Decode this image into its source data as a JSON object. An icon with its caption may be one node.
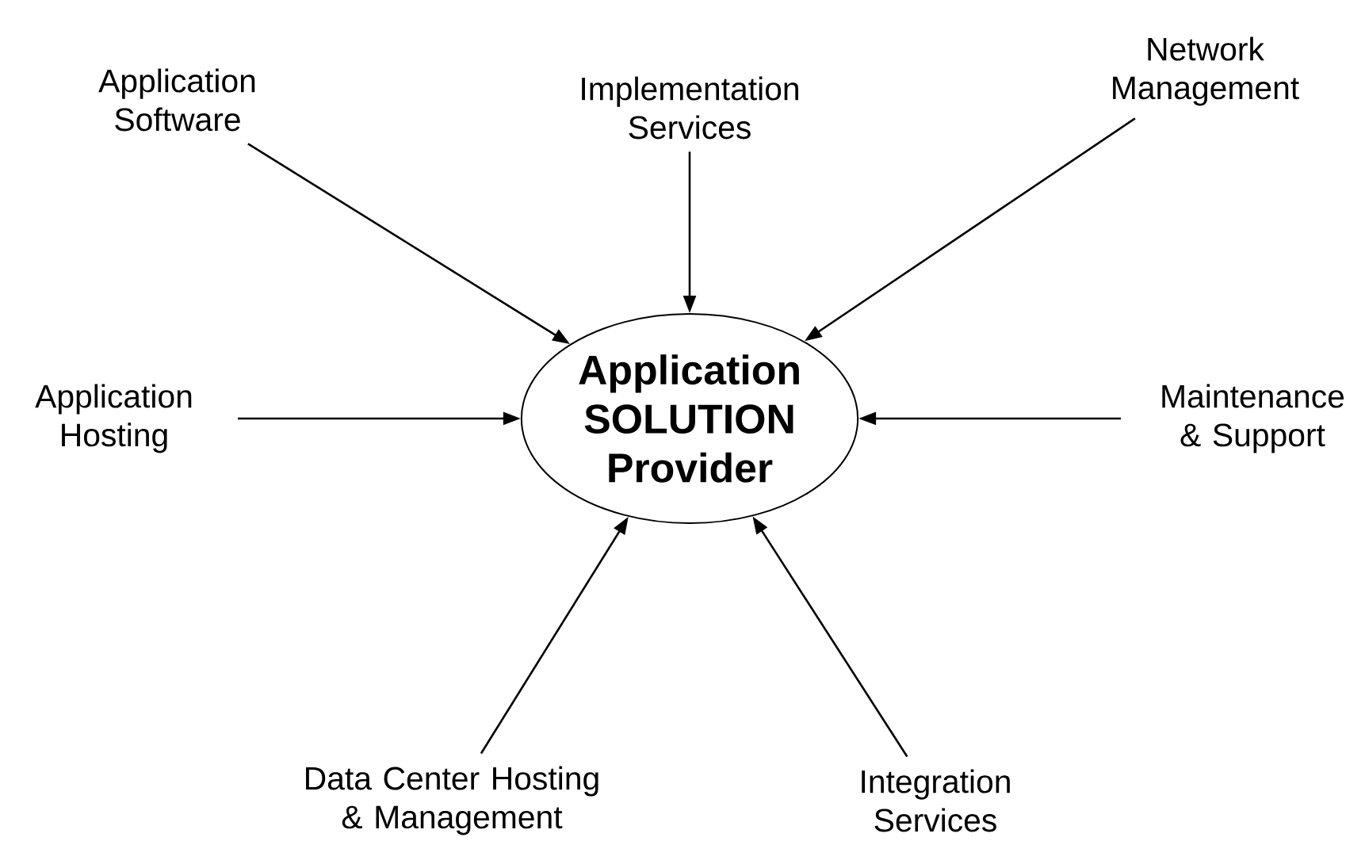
{
  "diagram": {
    "nodes": [
      {
        "text": [
          "Application SOLUTION Provider"
        ]
      },
      {
        "text": [
          "Application Software"
        ]
      },
      {
        "text": [
          "Implementation Services"
        ]
      },
      {
        "text": [
          "Network Management"
        ]
      },
      {
        "text": [
          "Application Hosting"
        ]
      },
      {
        "text": [
          "Maintenance & Support"
        ]
      },
      {
        "text": [
          "Data Center Hosting & Management"
        ]
      },
      {
        "text": [
          "Integration Services"
        ]
      }
    ],
    "edges": [
      {
        "from": 1,
        "to": 0,
        "arrow": "to"
      },
      {
        "from": 2,
        "to": 0,
        "arrow": "to"
      },
      {
        "from": 3,
        "to": 0,
        "arrow": "to"
      },
      {
        "from": 4,
        "to": 0,
        "arrow": "to"
      },
      {
        "from": 5,
        "to": 0,
        "arrow": "to"
      },
      {
        "from": 6,
        "to": 0,
        "arrow": "to"
      },
      {
        "from": 7,
        "to": 0,
        "arrow": "to"
      }
    ]
  }
}
